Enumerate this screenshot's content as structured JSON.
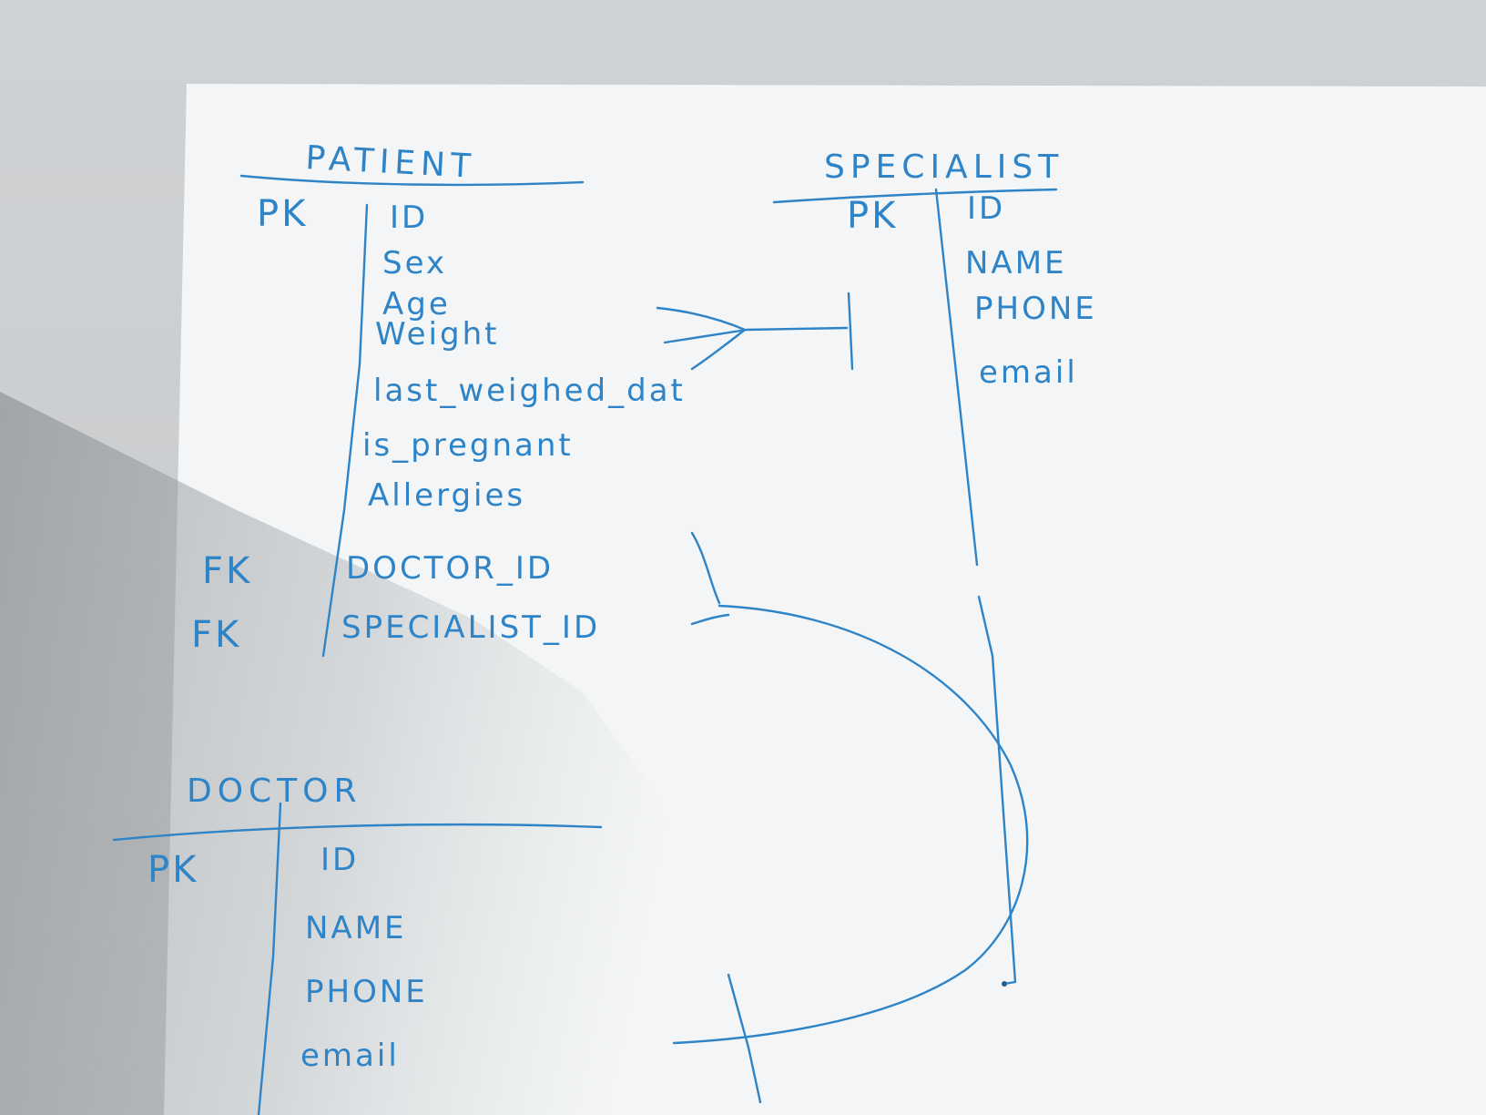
{
  "entities": {
    "patient": {
      "title": "PATIENT",
      "keys": [
        "PK",
        "FK",
        "FK"
      ],
      "fields": [
        "ID",
        "Sex",
        "Age",
        "Weight",
        "last_weighed_dat",
        "is_pregnant",
        "Allergies",
        "DOCTOR_ID",
        "SPECIALIST_ID"
      ]
    },
    "specialist": {
      "title": "SPECIALIST",
      "keys": [
        "PK"
      ],
      "fields": [
        "ID",
        "NAME",
        "PHONE",
        "email"
      ]
    },
    "doctor": {
      "title": "DOCTOR",
      "keys": [
        "PK"
      ],
      "fields": [
        "ID",
        "NAME",
        "PHONE",
        "email"
      ]
    }
  },
  "colors": {
    "ink": "#2e84c7",
    "paper": "#f4f6f7",
    "shadow": "#8f9598"
  }
}
